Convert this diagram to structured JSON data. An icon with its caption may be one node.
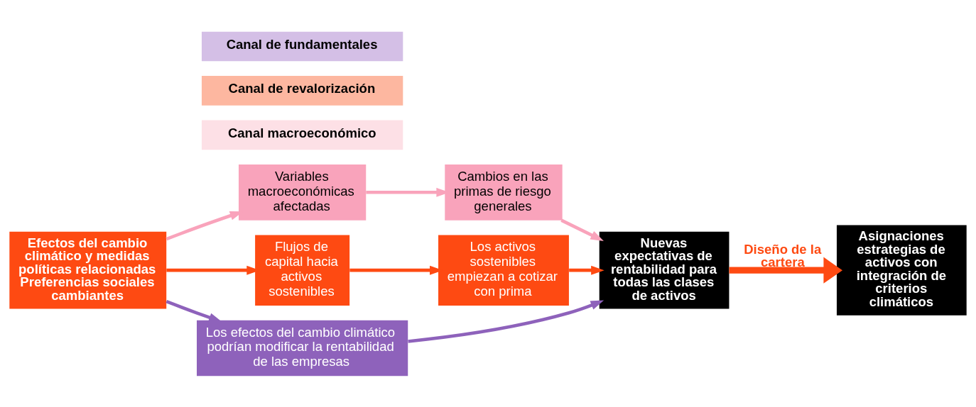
{
  "diagram": {
    "nodes": [
      {
        "text": [
          "Efectos del cambio climático y medidas políticas relacionadas",
          "Preferencias sociales cambiantes"
        ]
      },
      {
        "text": [
          "Canal macroeconómico"
        ]
      },
      {
        "text": [
          "Variables macroeconómicas afectadas"
        ]
      },
      {
        "text": [
          "Cambios en las primas de riesgo generales"
        ]
      },
      {
        "text": [
          "Canal de revalorización"
        ]
      },
      {
        "text": [
          "Flujos de capital hacia activos sostenibles"
        ]
      },
      {
        "text": [
          "Los activos sostenibles empiezan a cotizar con prima"
        ]
      },
      {
        "text": [
          "Canal de fundamentales"
        ]
      },
      {
        "text": [
          "Los efectos del cambio climático podrían modificar la rentabilidad de las empresas"
        ]
      },
      {
        "text": [
          "Nuevas expectativas de rentabilidad para todas las clases de activos"
        ]
      },
      {
        "text": [
          "Asignaciones estrategias de activos con integración de criterios climáticos"
        ]
      }
    ],
    "edges": [
      {
        "from": 0,
        "to": 2,
        "arrow": "to",
        "color": "#f9a3bb"
      },
      {
        "from": 2,
        "to": 3,
        "arrow": "to",
        "color": "#f9a3bb"
      },
      {
        "from": 3,
        "to": 9,
        "arrow": "to",
        "color": "#f9a3bb"
      },
      {
        "from": 0,
        "to": 5,
        "arrow": "to"
      },
      {
        "from": 5,
        "to": 6,
        "arrow": "to"
      },
      {
        "from": 6,
        "to": 9,
        "arrow": "to"
      },
      {
        "from": 0,
        "to": 8,
        "arrow": "to",
        "color": "#8e62bb"
      },
      {
        "from": 8,
        "to": 9,
        "arrow": "to",
        "color": "#8e62bb"
      },
      {
        "from": 9,
        "to": 10,
        "arrow": "to",
        "label": "Diseño de la cartera",
        "style": "thick"
      }
    ]
  }
}
